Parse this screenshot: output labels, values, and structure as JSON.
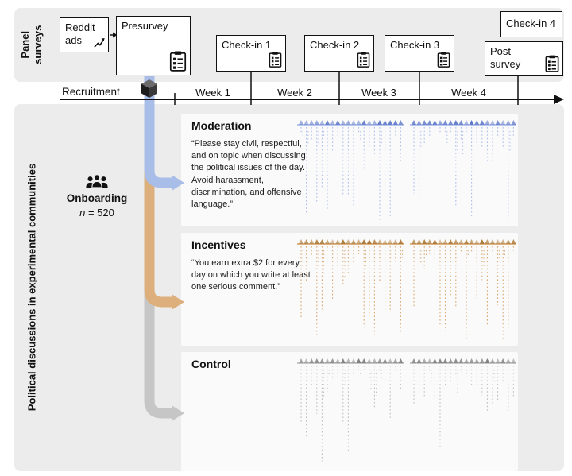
{
  "top": {
    "side_label": "Panel surveys",
    "reddit_ads_label": "Reddit ads",
    "presurvey_label": "Presurvey",
    "checkins": [
      "Check-in 1",
      "Check-in 2",
      "Check-in 3",
      "Check-in 4"
    ],
    "postsurvey_label": "Post-survey"
  },
  "timeline": {
    "recruitment_label": "Recruitment",
    "weeks": [
      "Week 1",
      "Week 2",
      "Week 3",
      "Week 4"
    ]
  },
  "bottom": {
    "side_label": "Political discussions in experimental communities",
    "onboarding": {
      "title": "Onboarding",
      "n_var": "n",
      "n_value": " = 520"
    },
    "conditions": [
      {
        "name": "Moderation",
        "quote": "“Please stay civil, respectful, and on topic when discussing the political issues of the day. Avoid harassment, discrimination, and offensive language.”",
        "ribbon_color": "#a9bde9",
        "line_color": "#aebeec",
        "tri_color": "#5f7ac8"
      },
      {
        "name": "Incentives",
        "quote": "“You earn extra $2 for every day on which you write at least one serious comment.”",
        "ribbon_color": "#ddaf7d",
        "line_color": "#d8a76f",
        "tri_color": "#ad7a3a"
      },
      {
        "name": "Control",
        "quote": "",
        "ribbon_color": "#c6c6c6",
        "line_color": "#bfbfbf",
        "tri_color": "#808080"
      }
    ]
  }
}
